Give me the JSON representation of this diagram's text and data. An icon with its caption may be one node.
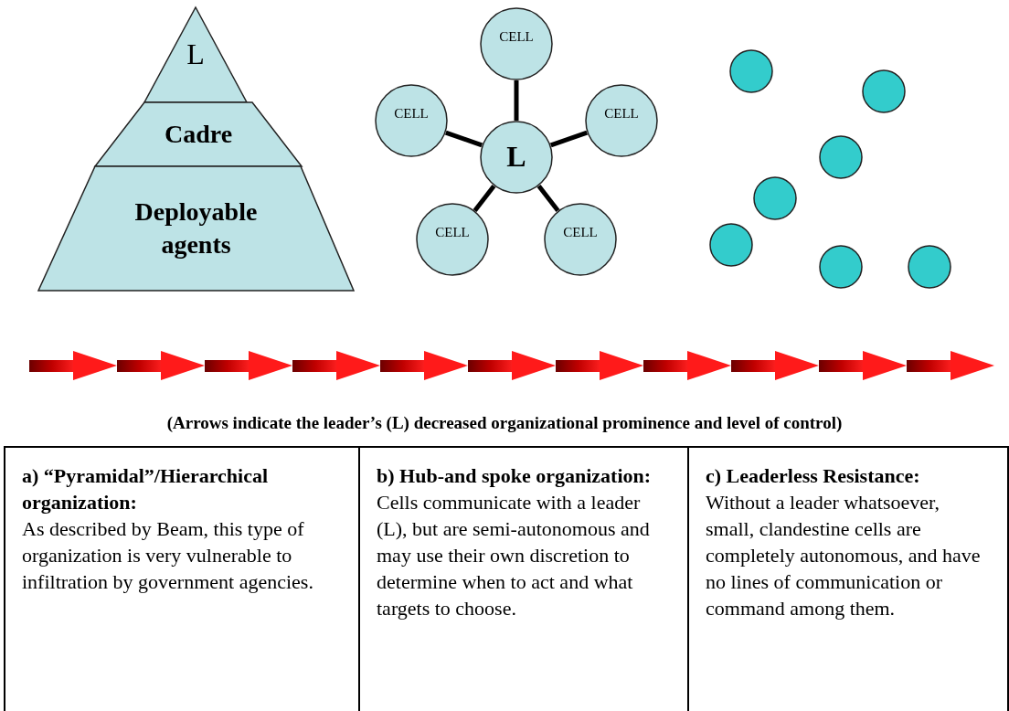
{
  "diagram": {
    "caption": "(Arrows indicate the leader’s (L) decreased organizational prominence and level of control)",
    "nodes": [
      {
        "text": [
          "L"
        ]
      },
      {
        "text": [
          "Cadre"
        ]
      },
      {
        "text": [
          "Deployable agents"
        ]
      },
      {
        "text": [
          "CELL"
        ]
      },
      {
        "text": [
          "CELL"
        ]
      },
      {
        "text": [
          "CELL"
        ]
      },
      {
        "text": [
          "L"
        ]
      },
      {
        "text": [
          "CELL"
        ]
      },
      {
        "text": [
          "CELL"
        ]
      },
      {
        "text": [],
        "shape": "circle"
      },
      {
        "text": [],
        "shape": "circle"
      },
      {
        "text": [],
        "shape": "circle"
      },
      {
        "text": [],
        "shape": "circle"
      },
      {
        "text": [],
        "shape": "circle"
      },
      {
        "text": [],
        "shape": "circle"
      },
      {
        "text": [],
        "shape": "circle"
      }
    ],
    "edges": [
      {
        "from": 6,
        "to": 3,
        "arrow": "none"
      },
      {
        "from": 6,
        "to": 4,
        "arrow": "none"
      },
      {
        "from": 6,
        "to": 5,
        "arrow": "none"
      },
      {
        "from": 6,
        "to": 7,
        "arrow": "none"
      },
      {
        "from": 6,
        "to": 8,
        "arrow": "none"
      }
    ],
    "labels": [
      "a) “Pyramidal”/Hierarchical organization:",
      "As described by Beam, this type of organization is very vulnerable to infiltration by government agencies.",
      "b) Hub-and spoke organization:",
      "Cells communicate with a leader (L), but are semi-autonomous and may use their own discretion to determine when to act and what targets to choose.",
      "**c) Leaderless Resistance**:",
      "Without a leader whatsoever, small, clandestine cells are completely autonomous, and have no lines of communication or command among them."
    ]
  }
}
